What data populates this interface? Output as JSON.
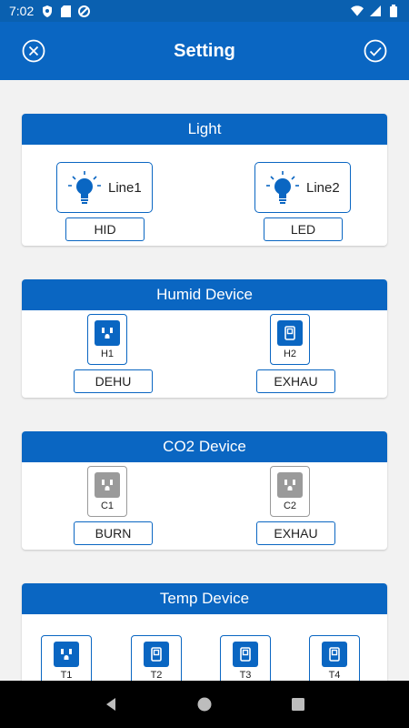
{
  "status_bar": {
    "time": "7:02"
  },
  "app_bar": {
    "title": "Setting"
  },
  "light": {
    "title": "Light",
    "lines": [
      {
        "label": "Line1",
        "mode": "HID"
      },
      {
        "label": "Line2",
        "mode": "LED"
      }
    ]
  },
  "humid": {
    "title": "Humid Device",
    "devices": [
      {
        "code": "H1",
        "label": "DEHU",
        "icon": "outlet-icon"
      },
      {
        "code": "H2",
        "label": "EXHAU",
        "icon": "switch-icon"
      }
    ]
  },
  "co2": {
    "title": "CO2 Device",
    "devices": [
      {
        "code": "C1",
        "label": "BURN",
        "icon": "outlet-icon"
      },
      {
        "code": "C2",
        "label": "EXHAU",
        "icon": "outlet-icon"
      }
    ]
  },
  "temp": {
    "title": "Temp Device",
    "devices": [
      {
        "code": "T1",
        "icon": "outlet-icon"
      },
      {
        "code": "T2",
        "icon": "switch-icon"
      },
      {
        "code": "T3",
        "icon": "switch-icon"
      },
      {
        "code": "T4",
        "icon": "switch-icon"
      }
    ]
  },
  "colors": {
    "primary": "#0A66C2",
    "disabled": "#9a9a9a",
    "background": "#f2f2f2"
  }
}
